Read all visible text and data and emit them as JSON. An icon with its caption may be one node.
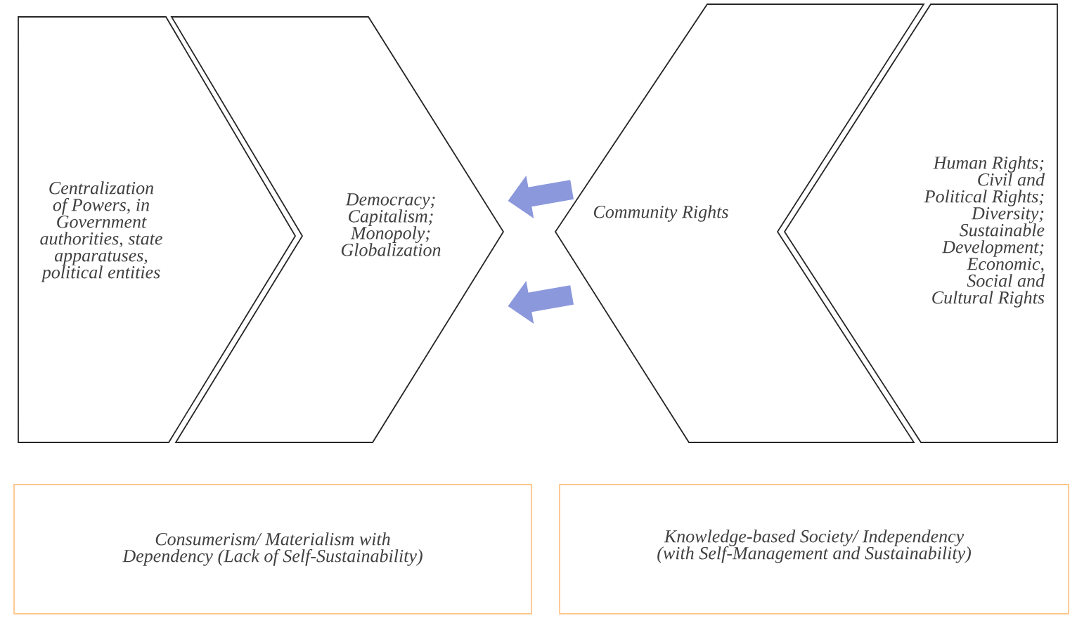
{
  "diagram": {
    "nodes": [
      {
        "text": [
          "Centralization of Powers, in Government authorities, state apparatuses, political entities"
        ]
      },
      {
        "text": [
          "Democracy; Capitalism; Monopoly; Globalization"
        ]
      },
      {
        "text": [
          "Community Rights"
        ]
      },
      {
        "text": [
          "Human Rights; Civil and Political Rights; Diversity; Sustainable Development; Economic, Social and Cultural Rights"
        ]
      },
      {
        "text": [
          "Consumerism/ Materialism with Dependency (Lack of Self-Sustainability)"
        ]
      },
      {
        "text": [
          "Knowledge-based Society/ Independency (with Self-Management and Sustainability)"
        ]
      }
    ],
    "edges": [
      {
        "from": 2,
        "to": 1,
        "arrow": "to"
      },
      {
        "from": 2,
        "to": 1,
        "arrow": "to"
      }
    ]
  }
}
